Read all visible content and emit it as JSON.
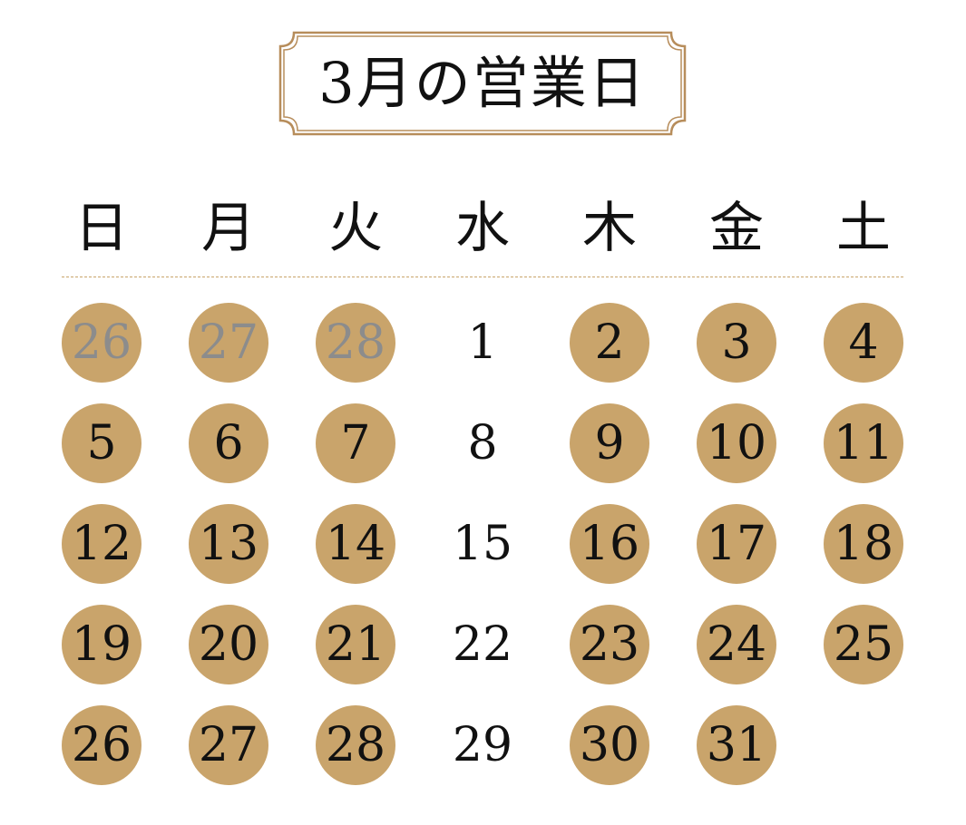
{
  "title": "3月の営業日",
  "colors": {
    "gold": "#c9a46b",
    "text": "#111111",
    "muted": "#8c8c8c",
    "frame": "#b78d5b"
  },
  "weekdays": [
    "日",
    "月",
    "火",
    "水",
    "木",
    "金",
    "土"
  ],
  "weeks": [
    [
      {
        "label": "26",
        "open": true,
        "muted": true
      },
      {
        "label": "27",
        "open": true,
        "muted": true
      },
      {
        "label": "28",
        "open": true,
        "muted": true
      },
      {
        "label": "1",
        "open": false,
        "muted": false
      },
      {
        "label": "2",
        "open": true,
        "muted": false
      },
      {
        "label": "3",
        "open": true,
        "muted": false
      },
      {
        "label": "4",
        "open": true,
        "muted": false
      }
    ],
    [
      {
        "label": "5",
        "open": true,
        "muted": false
      },
      {
        "label": "6",
        "open": true,
        "muted": false
      },
      {
        "label": "7",
        "open": true,
        "muted": false
      },
      {
        "label": "8",
        "open": false,
        "muted": false
      },
      {
        "label": "9",
        "open": true,
        "muted": false
      },
      {
        "label": "10",
        "open": true,
        "muted": false
      },
      {
        "label": "11",
        "open": true,
        "muted": false
      }
    ],
    [
      {
        "label": "12",
        "open": true,
        "muted": false
      },
      {
        "label": "13",
        "open": true,
        "muted": false
      },
      {
        "label": "14",
        "open": true,
        "muted": false
      },
      {
        "label": "15",
        "open": false,
        "muted": false
      },
      {
        "label": "16",
        "open": true,
        "muted": false
      },
      {
        "label": "17",
        "open": true,
        "muted": false
      },
      {
        "label": "18",
        "open": true,
        "muted": false
      }
    ],
    [
      {
        "label": "19",
        "open": true,
        "muted": false
      },
      {
        "label": "20",
        "open": true,
        "muted": false
      },
      {
        "label": "21",
        "open": true,
        "muted": false
      },
      {
        "label": "22",
        "open": false,
        "muted": false
      },
      {
        "label": "23",
        "open": true,
        "muted": false
      },
      {
        "label": "24",
        "open": true,
        "muted": false
      },
      {
        "label": "25",
        "open": true,
        "muted": false
      }
    ],
    [
      {
        "label": "26",
        "open": true,
        "muted": false
      },
      {
        "label": "27",
        "open": true,
        "muted": false
      },
      {
        "label": "28",
        "open": true,
        "muted": false
      },
      {
        "label": "29",
        "open": false,
        "muted": false
      },
      {
        "label": "30",
        "open": true,
        "muted": false
      },
      {
        "label": "31",
        "open": true,
        "muted": false
      }
    ]
  ]
}
